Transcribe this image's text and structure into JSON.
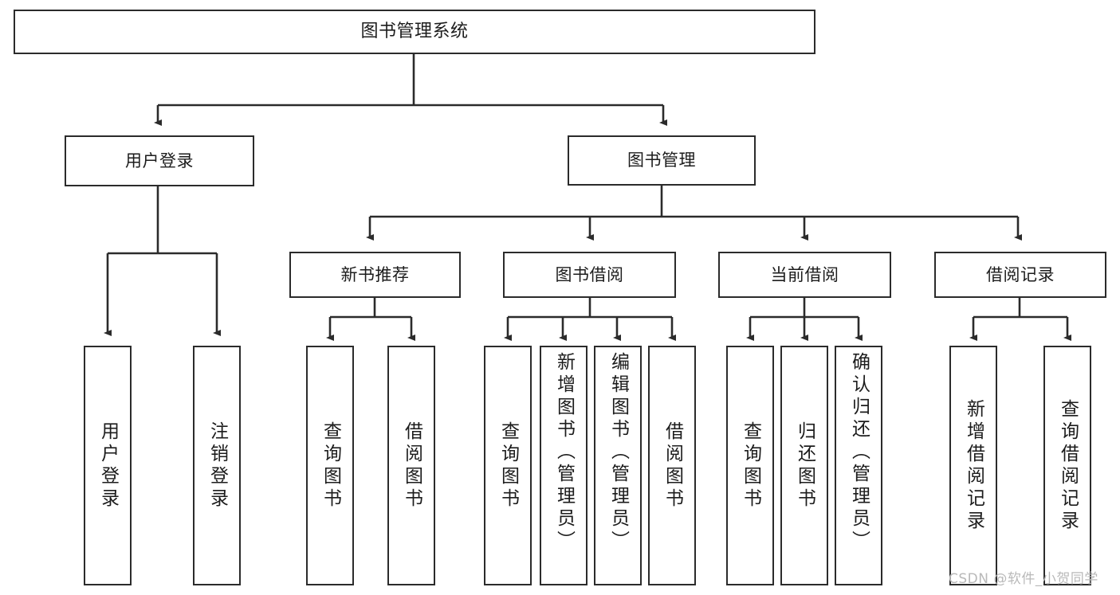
{
  "diagram": {
    "title": "图书管理系统",
    "type": "hierarchy-tree",
    "orientation": "top-down",
    "root": {
      "id": "root",
      "label": "图书管理系统"
    },
    "level2": [
      {
        "id": "user-login",
        "label": "用户登录"
      },
      {
        "id": "book-manage",
        "label": "图书管理"
      }
    ],
    "level3": [
      {
        "id": "new-book-rec",
        "label": "新书推荐",
        "parent": "book-manage"
      },
      {
        "id": "book-borrow",
        "label": "图书借阅",
        "parent": "book-manage"
      },
      {
        "id": "current-borrow",
        "label": "当前借阅",
        "parent": "book-manage"
      },
      {
        "id": "borrow-record",
        "label": "借阅记录",
        "parent": "book-manage"
      }
    ],
    "leaves": {
      "user-login": [
        {
          "id": "leaf-user-login",
          "label": "用户登录"
        },
        {
          "id": "leaf-logout",
          "label": "注销登录"
        }
      ],
      "new-book-rec": [
        {
          "id": "leaf-query-book-1",
          "label": "查询图书"
        },
        {
          "id": "leaf-borrow-book-1",
          "label": "借阅图书"
        }
      ],
      "book-borrow": [
        {
          "id": "leaf-query-book-2",
          "label": "查询图书"
        },
        {
          "id": "leaf-add-book",
          "label": "新增图书（管理员）"
        },
        {
          "id": "leaf-edit-book",
          "label": "编辑图书（管理员）"
        },
        {
          "id": "leaf-borrow-book-2",
          "label": "借阅图书"
        }
      ],
      "current-borrow": [
        {
          "id": "leaf-query-book-3",
          "label": "查询图书"
        },
        {
          "id": "leaf-return-book",
          "label": "归还图书"
        },
        {
          "id": "leaf-confirm-return",
          "label": "确认归还（管理员）"
        }
      ],
      "borrow-record": [
        {
          "id": "leaf-add-record",
          "label": "新增借阅记录"
        },
        {
          "id": "leaf-query-record",
          "label": "查询借阅记录"
        }
      ]
    },
    "colors": {
      "stroke": "#2b2b2b",
      "fill": "#ffffff",
      "text": "#1c1c1c",
      "watermark": "#b9b9b9"
    }
  },
  "watermark": {
    "text": "CSDN @软件_小贺同学"
  }
}
